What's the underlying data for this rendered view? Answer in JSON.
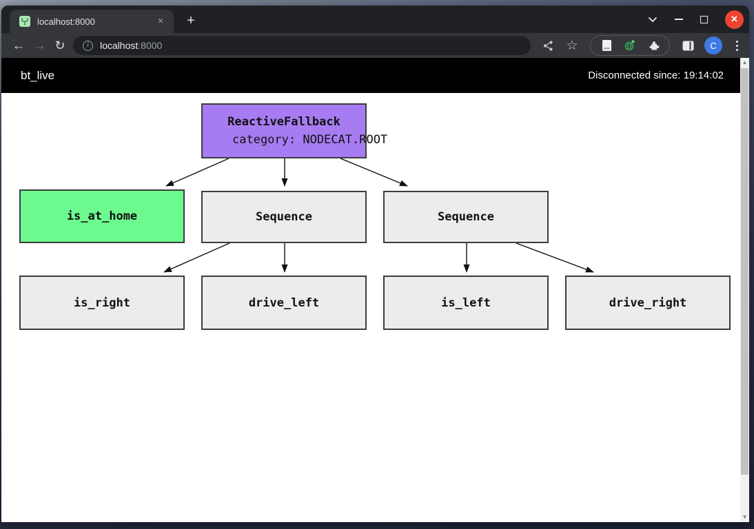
{
  "browser": {
    "tab": {
      "title": "localhost:8000",
      "close_glyph": "×"
    },
    "new_tab_glyph": "+",
    "window_controls": {
      "close_glyph": "✕"
    },
    "url": {
      "host": "localhost",
      "port": ":8000",
      "info_glyph": "i"
    },
    "toolbar_glyphs": {
      "back": "←",
      "forward": "→",
      "reload": "↻",
      "star": "☆"
    },
    "avatar_letter": "C"
  },
  "header": {
    "title": "bt_live",
    "status": "Disconnected since: 19:14:02"
  },
  "tree": {
    "root": {
      "label": "ReactiveFallback",
      "category": "category: NODECAT.ROOT",
      "color": "#a77cf2"
    },
    "children": [
      {
        "label": "is_at_home",
        "color": "#6cfa8e"
      },
      {
        "label": "Sequence",
        "color": "#ececec"
      },
      {
        "label": "Sequence",
        "color": "#ececec"
      }
    ],
    "leaves": [
      {
        "label": "is_right",
        "color": "#ececec"
      },
      {
        "label": "drive_left",
        "color": "#ececec"
      },
      {
        "label": "is_left",
        "color": "#ececec"
      },
      {
        "label": "drive_right",
        "color": "#ececec"
      }
    ]
  },
  "scrollbar": {
    "up_glyph": "▲",
    "down_glyph": "▼"
  },
  "colors": {
    "root_purple": "#a77cf2",
    "status_green": "#6cfa8e",
    "node_gray": "#ececec",
    "header_black": "#000000",
    "tab_close_red": "#ec4530",
    "avatar_blue": "#3d7ae5",
    "globe_green": "#34a853"
  }
}
